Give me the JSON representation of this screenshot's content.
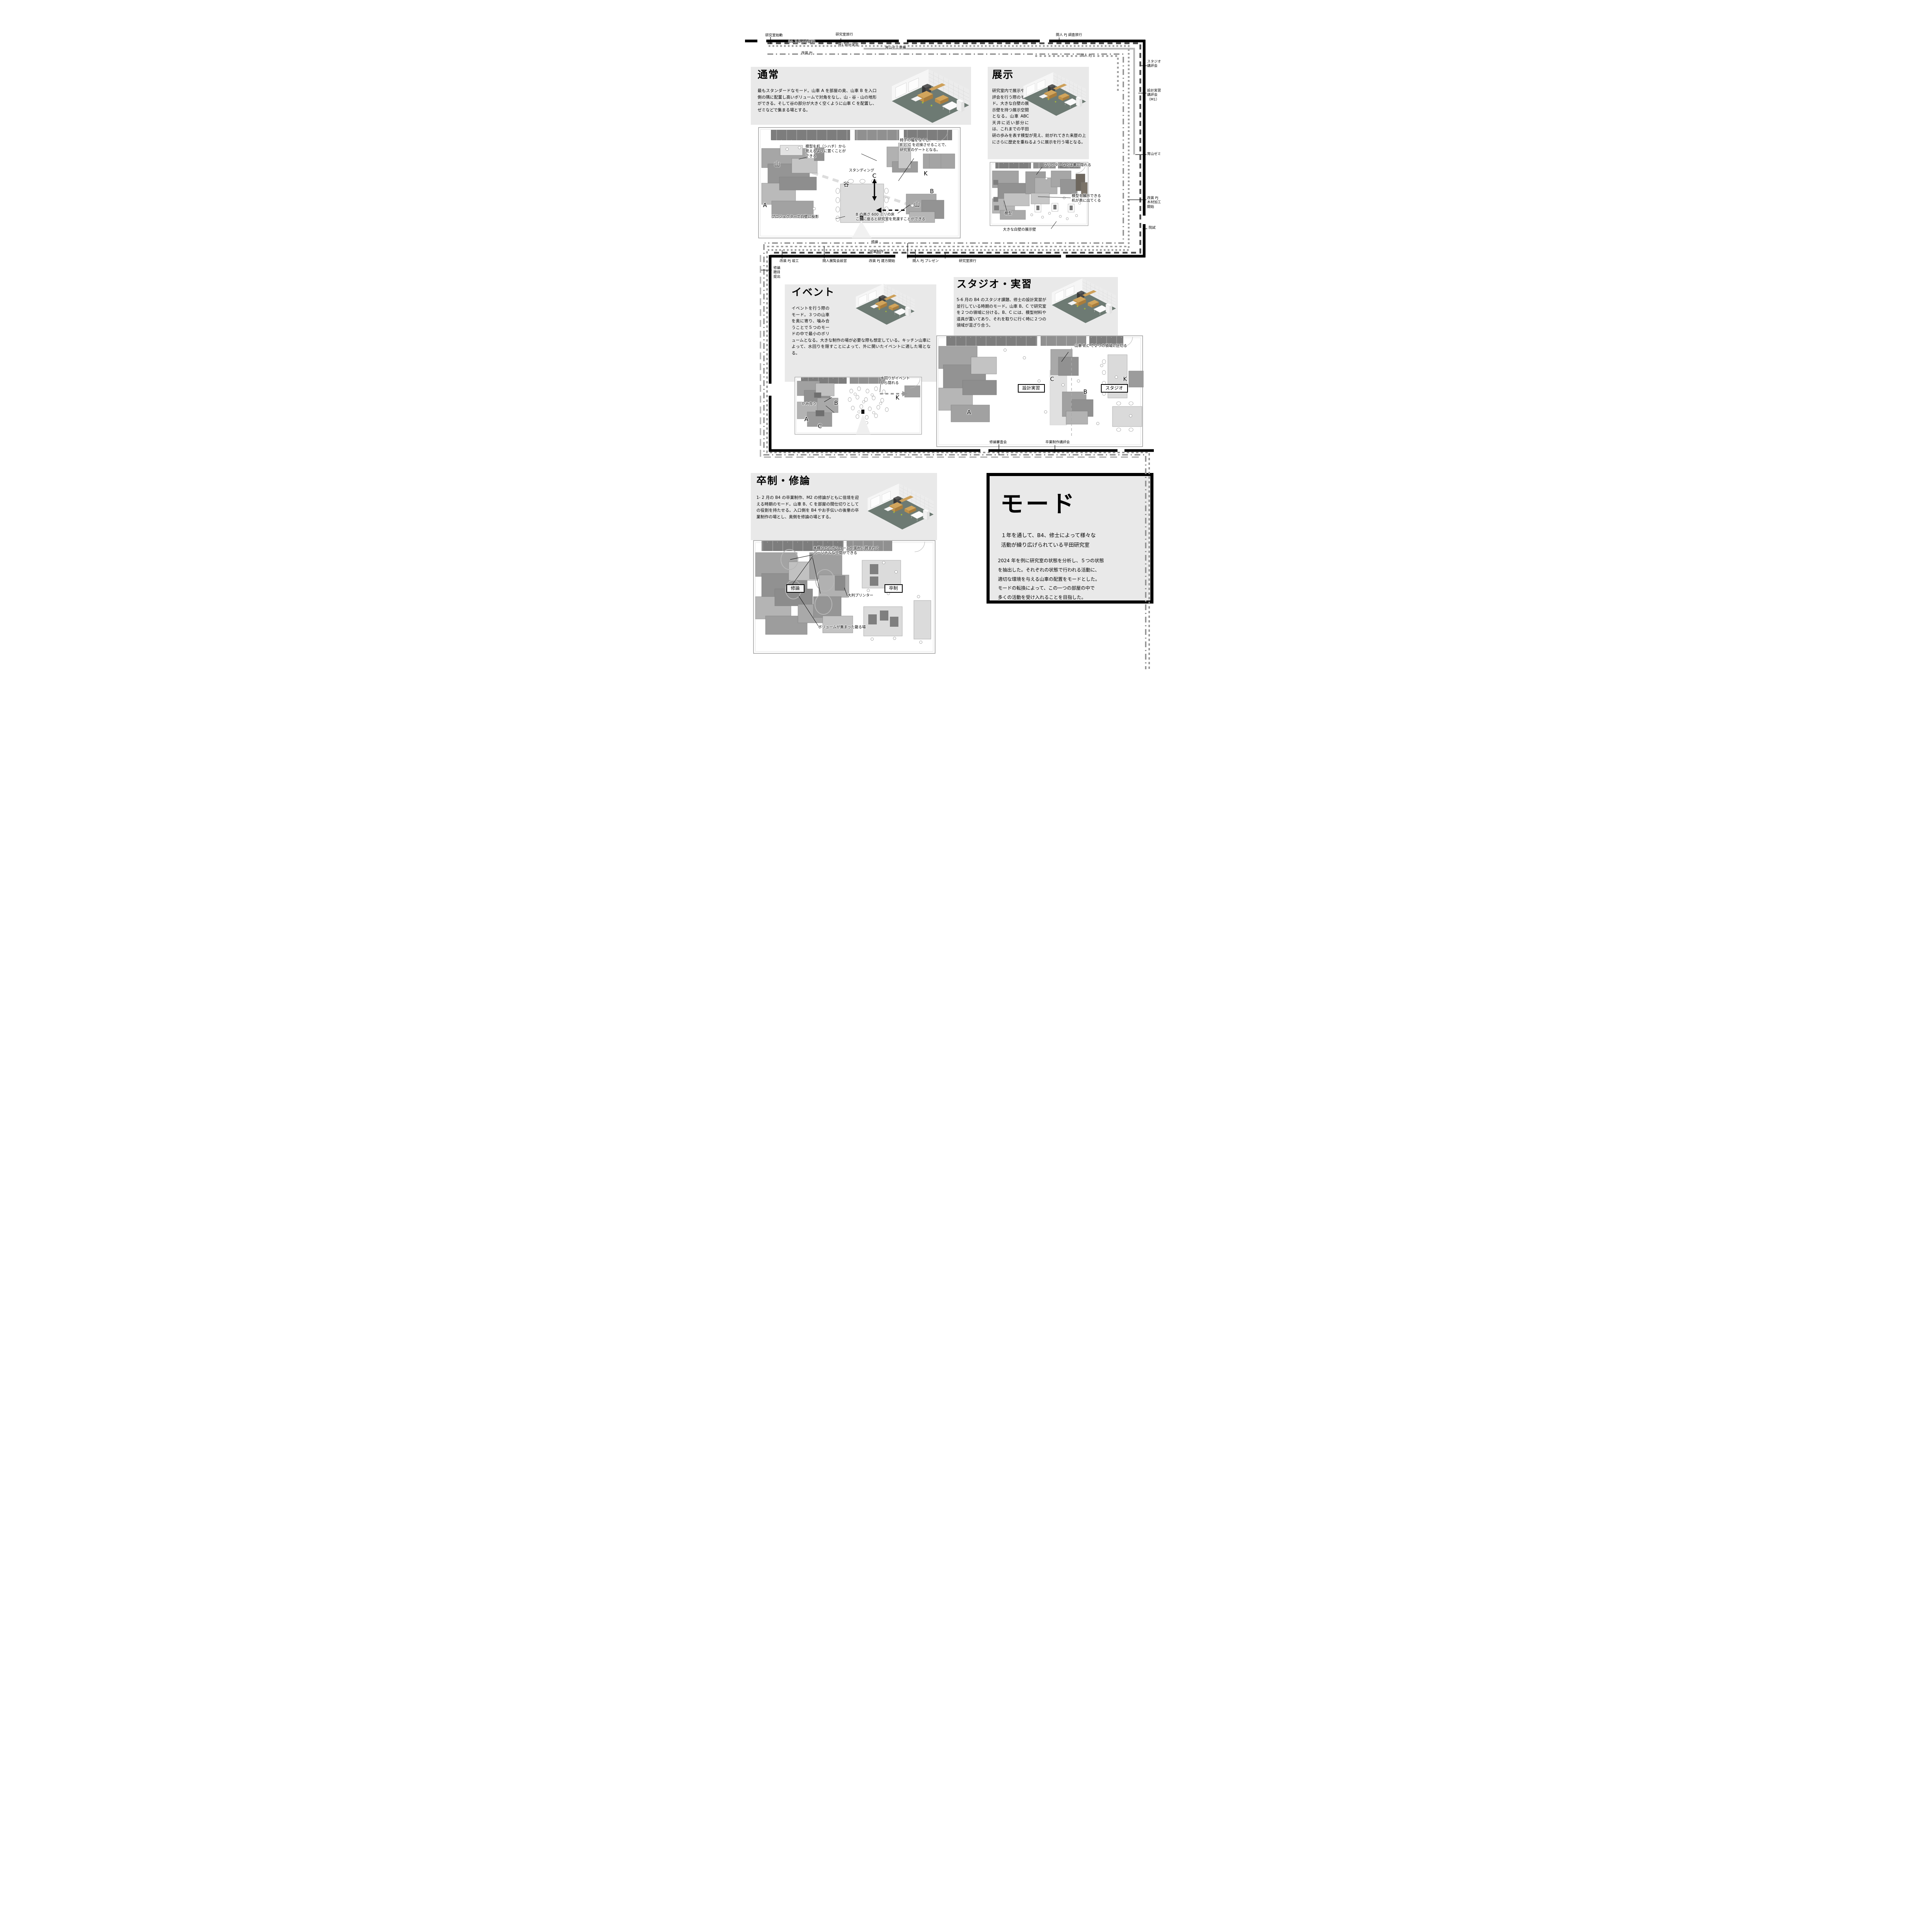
{
  "timeline_top": {
    "kenkyushitsu_shido": "研究室始動",
    "kenkyushitsu_ryoko": "研究室旅行",
    "b4_studio_kadai": "B4 スタジオ課題",
    "m1_sekkei_jisshu": "M1 設計実習",
    "yoiyama_semi_junbi": "宵山ゼミ準備",
    "kaiso_pj": "改装 PJ",
    "taiza_pj_chosa_ryoko": "間人 PJ 調査旅行",
    "taiza_pj": "間人 PJ"
  },
  "timeline_right": {
    "studio_kohyokai": "スタジオ\n講評会",
    "sekkei_jisshu_kohyokai": "設計実習\n講評会\n（M1）",
    "yoiyama_semi": "宵山ゼミ",
    "kaiso_pj_mokuzai_kako_kaishi": "改装 PJ\n木材加工\n開始",
    "inshi": "院試"
  },
  "timeline_middle": {
    "shuron": "修論",
    "sotsugyo_seisaku": "卒業制作",
    "kaiso_pj_shunko": "改装 PJ 竣工",
    "taiza_tenrankai_setsuei": "間人展覧会設営",
    "kaiso_pj_tatekata_kaishi": "改装 PJ 建方開始",
    "taiza_pj_presen": "間人 PJ プレゼン",
    "kenkyushitsu_ryoko": "研究室旅行",
    "shuron_daimoku_teishutsu": "修論\n題目\n提出"
  },
  "timeline_bottom": {
    "shuron_shinsakai": "修論審査会",
    "sotsugyo_seisaku_kohyokai": "卒業制作講評会"
  },
  "sections": {
    "normal": {
      "title": "通常",
      "body": "最もスタンダードなモード。山車 A を部屋の奥、山車 B を入口側の隅に配置し高いボリュームで対角をなし、山 - 谷 - 山の地形ができる。そして谷の部分が大きく空くように山車 C を配置し、ゼミなどで集まる場とする。",
      "ann": {
        "shihachi": "模型を机（シハチ）から\n見えるように置くことが\nできる",
        "gate": "椅子の幅をなくし、\nB と C を近接させることで、\n研究室のゲートとなる。",
        "standing": "スタンディング",
        "tani": "谷",
        "yama_left": "山",
        "yama_right": "山",
        "projector": "プロジェクターで白壁に投影",
        "floor600": "B の高さ 600 ミリの床\nここに座ると研究室を見渡すことができる",
        "a": "A",
        "b": "B",
        "c": "C",
        "k": "K"
      }
    },
    "exhibition": {
      "title": "展示",
      "body": "研究室内で展示や講評会を行う際のモード。大きな白壁の展示壁を持つ展示空間となる。山車 ABC 天井に近い部分には、これまでの平田研の歩みを表す模型が見え、紡がれてきた来歴の上にさらに歴史を重ねるように展示を行う場となる。",
      "ann": {
        "printer": "プリンターなどは裏に隠れる",
        "desk": "模型を展示できる\n机が表に出てくる",
        "model": "模型",
        "wall": "大きな白壁の展示壁"
      }
    },
    "event": {
      "title": "イベント",
      "body": "イベントを行う際のモード。３つの山車を奥に寄り、噛み合うことで５つのモードの中で最小のボリュームとなる。大きな制作の場が必要な際も想定している。キッチン山車によって、水回りを隠すことによって、外に開いたイベントに適した場となる。",
      "ann": {
        "mizumawari": "水回りがイベント\nから隠れる",
        "kamiau": "かみ合う",
        "a": "A",
        "b": "B",
        "c": "C",
        "k": "K"
      }
    },
    "studio": {
      "title": "スタジオ・実習",
      "body": "5-6 月の B4 のスタジオ課題、修士の設計実習が並行している時期のモード。山車 B、C で研究室を２つの領域に分ける。B、C には、模型材料や道具が置いてあり、それを取りに行く時に２つの領域が混ざり合う。",
      "ann": {
        "divide": "山車 B,C で２つの領域に区切る",
        "sekkei_box": "設計実習",
        "studio_box": "スタジオ",
        "a": "A",
        "b": "B",
        "c": "C",
        "k": "K"
      }
    },
    "thesis": {
      "title": "卒制・修論",
      "body": "1- 2 月の B4 の卒業制作、M2 の修論がともに佳境を迎える時期のモード。山車 B、C を部屋の間仕切りとしての役割を持たせる。入口側を B4 やお手伝いの後輩の卒業制作の場とし、奥側を修論の場とする。",
      "ann": {
        "personal": "本棚などのボリュームや面材に囲まれて\nパーソナルな空間ができる",
        "shuron_box": "修論",
        "sotsusei_box": "卒制",
        "oban_printer": "大判プリンター",
        "komoru": "ボリュームが集まった籠る場"
      }
    }
  },
  "mode_box": {
    "title": "モード",
    "lead": "１年を通して、B4、修士によって様々な\n活動が繰り広げられている平田研究室",
    "body": "2024 年を例に研究室の状態を分析し、５つの状態\nを抽出した。それぞれの状態で行われる活動に、\n適切な環境を与える山車の配置をモードとした。\nモードの転換によって、この一つの部屋の中で\n多くの活動を受け入れることを目指した。"
  }
}
